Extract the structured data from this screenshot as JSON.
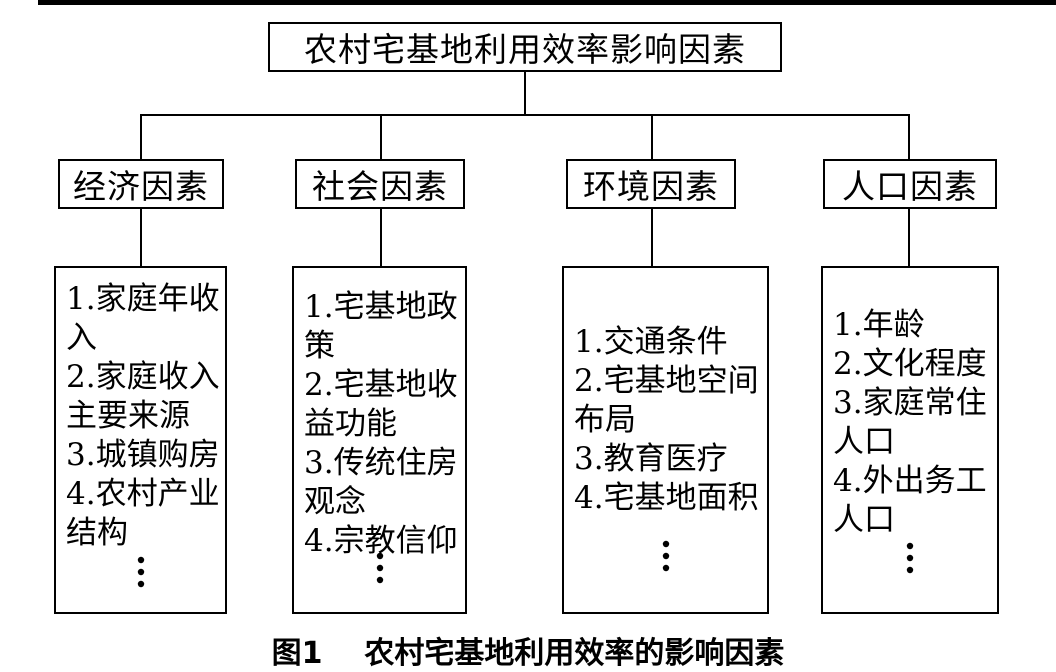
{
  "root": {
    "label": "农村宅基地利用效率影响因素"
  },
  "categories": [
    {
      "label": "经济因素",
      "items": [
        "1.家庭年收",
        "入",
        "2.家庭收入",
        "主要来源",
        "3.城镇购房",
        "4.农村产业",
        "结构"
      ],
      "more": "⋮"
    },
    {
      "label": "社会因素",
      "items": [
        "1.宅基地政",
        "策",
        "2.宅基地收",
        "益功能",
        "3.传统住房",
        "观念",
        "4.宗教信仰"
      ],
      "more": "⋮"
    },
    {
      "label": "环境因素",
      "items": [
        "1.交通条件",
        "2.宅基地空间",
        "布局",
        "3.教育医疗",
        "4.宅基地面积"
      ],
      "more": "⋮"
    },
    {
      "label": "人口因素",
      "items": [
        "1.年龄",
        "2.文化程度",
        "3.家庭常住",
        "人口",
        "4.外出务工",
        "人口"
      ],
      "more": "⋮"
    }
  ],
  "caption": {
    "figure_number": "图1",
    "title": "农村宅基地利用效率的影响因素"
  }
}
